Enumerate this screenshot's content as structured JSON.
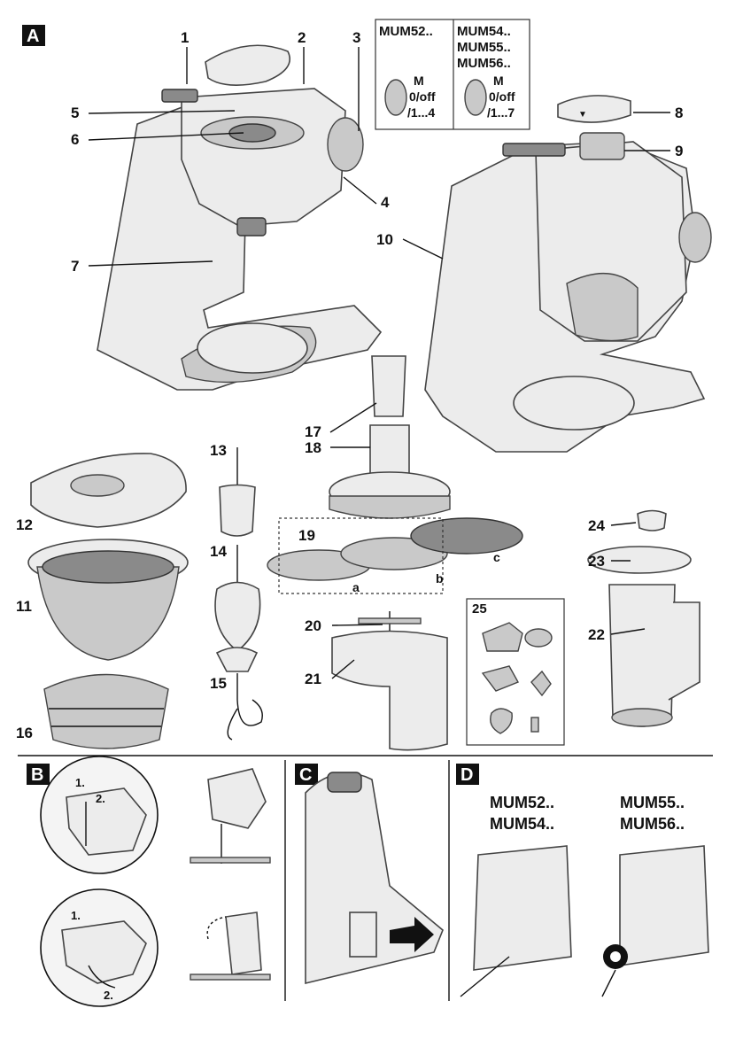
{
  "sections": {
    "a": "A",
    "b": "B",
    "c": "C",
    "d": "D"
  },
  "callouts": {
    "n1": "1",
    "n2": "2",
    "n3": "3",
    "n4": "4",
    "n5": "5",
    "n6": "6",
    "n7": "7",
    "n8": "8",
    "n9": "9",
    "n10": "10",
    "n11": "11",
    "n12": "12",
    "n13": "13",
    "n14": "14",
    "n15": "15",
    "n16": "16",
    "n17": "17",
    "n18": "18",
    "n19": "19",
    "n20": "20",
    "n21": "21",
    "n22": "22",
    "n23": "23",
    "n24": "24",
    "n25": "25"
  },
  "disc_letters": {
    "a": "a",
    "b": "b",
    "c": "c"
  },
  "model_table": {
    "left_header": "MUM52..",
    "right_header": [
      "MUM54..",
      "MUM55..",
      "MUM56.."
    ],
    "left_dial": [
      "M",
      "0/off",
      "/1...4"
    ],
    "right_dial": [
      "M",
      "0/off",
      "/1...7"
    ]
  },
  "steps": {
    "s1": "1.",
    "s2": "2.",
    "s3": "1.",
    "s4": "2."
  },
  "panel_d": {
    "left_models": [
      "MUM52..",
      "MUM54.."
    ],
    "right_models": [
      "MUM55..",
      "MUM56.."
    ]
  }
}
